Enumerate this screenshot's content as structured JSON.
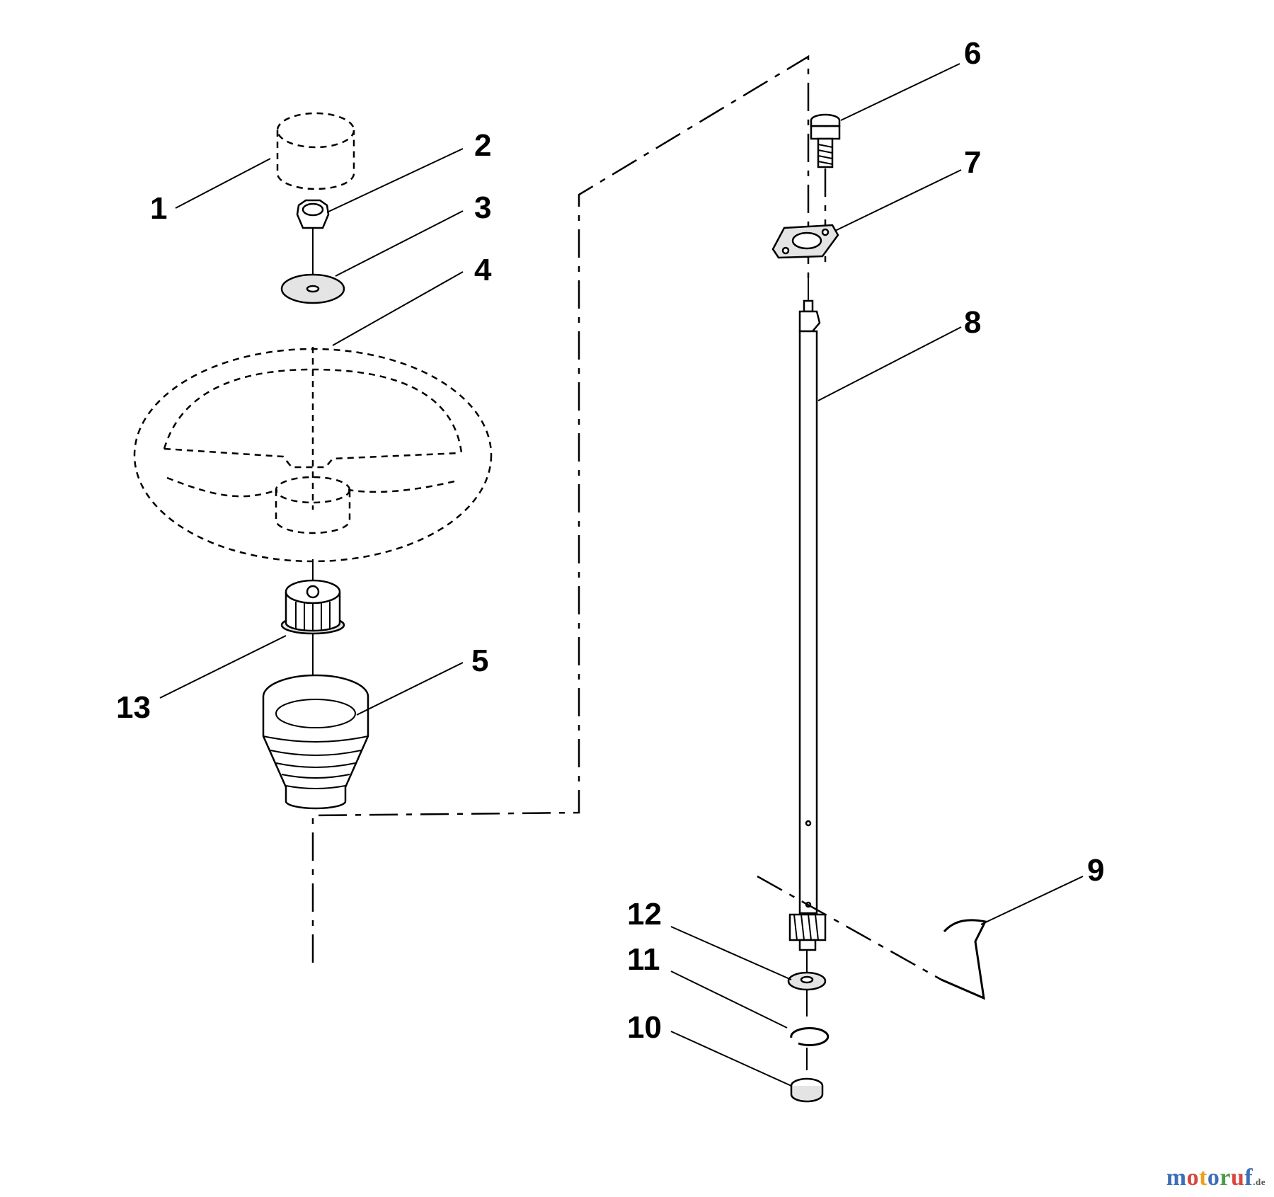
{
  "callouts": {
    "c1": "1",
    "c2": "2",
    "c3": "3",
    "c4": "4",
    "c5": "5",
    "c6": "6",
    "c7": "7",
    "c8": "8",
    "c9": "9",
    "c10": "10",
    "c11": "11",
    "c12": "12",
    "c13": "13"
  },
  "watermark": {
    "text": "motoruf",
    "letters": [
      "m",
      "o",
      "t",
      "o",
      "r",
      "u",
      "f"
    ],
    "letter_colors": [
      "#3d6fb6",
      "#d9463e",
      "#e8a21c",
      "#3d6fb6",
      "#4a9a46",
      "#d9463e",
      "#3d6fb6"
    ],
    "tld": ".de"
  },
  "colors": {
    "line": "#000000",
    "background": "#ffffff",
    "part_shade": "#e4e4e4"
  }
}
